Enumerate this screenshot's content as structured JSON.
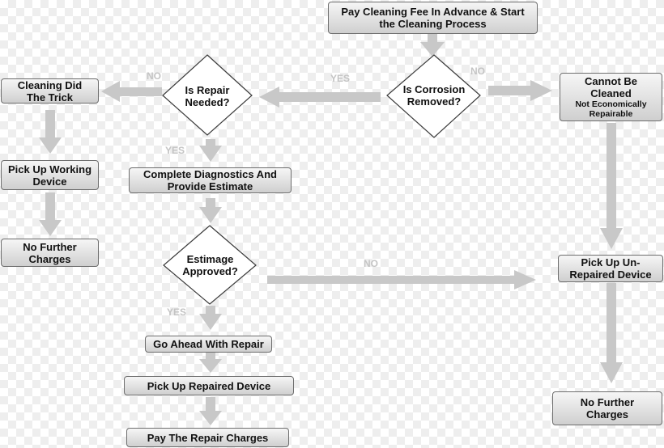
{
  "nodes": {
    "start": "Pay Cleaning Fee In Advance & Start the Cleaning Process",
    "corrosion_q": "Is Corrosion Removed?",
    "cannot_clean_title": "Cannot Be Cleaned",
    "cannot_clean_sub": "Not Economically Repairable",
    "repair_q": "Is Repair Needed?",
    "cleaning_did": "Cleaning Did The Trick",
    "pick_working": "Pick Up Working Device",
    "no_charges_left": "No Further Charges",
    "diagnostics": "Complete Diagnostics And Provide Estimate",
    "estimate_q": "Estimage Approved?",
    "repair": "Go Ahead With Repair",
    "pick_repaired": "Pick Up Repaired Device",
    "pay": "Pay The Repair Charges",
    "pick_unrepaired": "Pick Up Un-Repaired Device",
    "no_charges_right": "No Further Charges"
  },
  "labels": {
    "corrosion_yes": "YES",
    "corrosion_no": "NO",
    "repair_no": "NO",
    "repair_yes": "YES",
    "estimate_no": "NO",
    "estimate_yes": "YES"
  },
  "colors": {
    "arrow": "#c8c8c8",
    "label": "#c4c4c4",
    "box_border": "#6d6d6d"
  }
}
